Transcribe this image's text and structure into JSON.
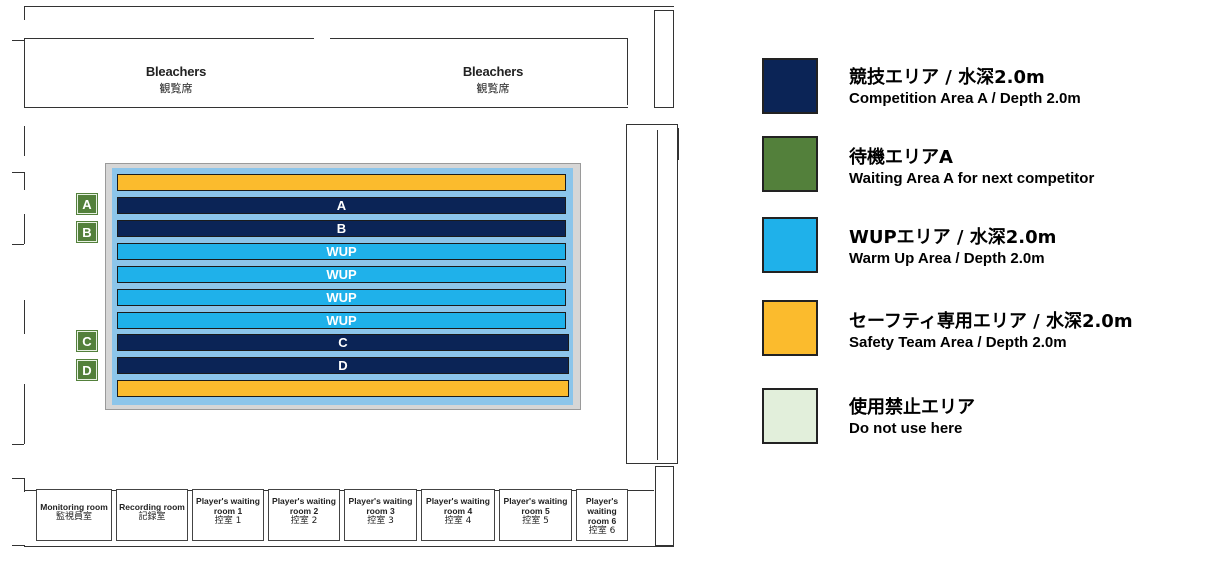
{
  "bleachers": [
    {
      "label_en": "Bleachers",
      "label_jp": "観覧席"
    },
    {
      "label_en": "Bleachers",
      "label_jp": "観覧席"
    }
  ],
  "lanes": [
    {
      "label": "",
      "type": "safety"
    },
    {
      "label": "A",
      "type": "comp"
    },
    {
      "label": "B",
      "type": "comp"
    },
    {
      "label": "WUP",
      "type": "wup"
    },
    {
      "label": "WUP",
      "type": "wup"
    },
    {
      "label": "WUP",
      "type": "wup"
    },
    {
      "label": "WUP",
      "type": "wup"
    },
    {
      "label": "C",
      "type": "comp"
    },
    {
      "label": "D",
      "type": "comp"
    },
    {
      "label": "",
      "type": "safety"
    }
  ],
  "waiting_markers": [
    "A",
    "B",
    "C",
    "D"
  ],
  "rooms": [
    {
      "en": "Monitoring room",
      "jp": "監視員室"
    },
    {
      "en": "Recording room",
      "jp": "記録室"
    },
    {
      "en": "Player's waiting room 1",
      "jp": "控室 1"
    },
    {
      "en": "Player's waiting room 2",
      "jp": "控室 2"
    },
    {
      "en": "Player's waiting room 3",
      "jp": "控室 3"
    },
    {
      "en": "Player's waiting room 4",
      "jp": "控室 4"
    },
    {
      "en": "Player's waiting room 5",
      "jp": "控室 5"
    },
    {
      "en": "Player's waiting room 6",
      "jp": "控室 6"
    }
  ],
  "legend": [
    {
      "color": "#0b2456",
      "jp": "競技エリア / 水深2.0m",
      "en": "Competition Area A / Depth 2.0m"
    },
    {
      "color": "#53803b",
      "jp": "待機エリアA",
      "en": "Waiting Area A for next competitor"
    },
    {
      "color": "#1fb1ea",
      "jp": "WUPエリア / 水深2.0m",
      "en": "Warm Up Area / Depth 2.0m"
    },
    {
      "color": "#fbbb2d",
      "jp": "セーフティ専用エリア / 水深2.0m",
      "en": "Safety Team Area / Depth 2.0m"
    },
    {
      "color": "#e2efdb",
      "jp": "使用禁止エリア",
      "en": "Do not use here"
    }
  ],
  "colors": {
    "competition": "#0b2456",
    "waiting": "#53803b",
    "warmup": "#1fb1ea",
    "safety": "#fbbb2d",
    "no_use": "#e2efdb"
  }
}
